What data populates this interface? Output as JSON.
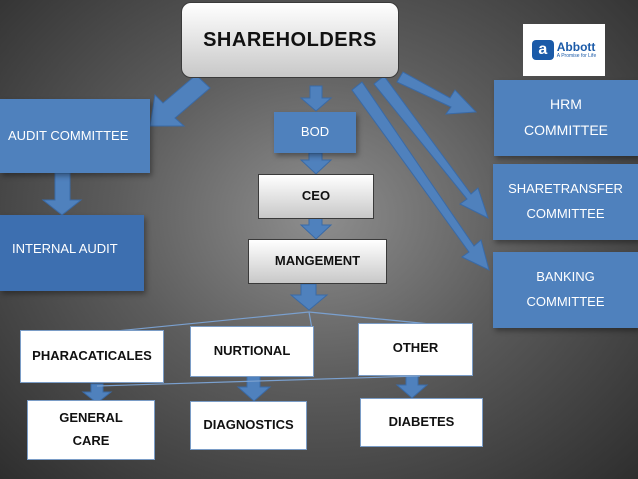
{
  "boxes": {
    "shareholders": "SHAREHOLDERS",
    "audit_committee": "AUDIT COMMITTEE",
    "internal_audit": "INTERNAL AUDIT",
    "bod": "BOD",
    "ceo": "CEO",
    "management": "MANGEMENT",
    "hrm_committee": [
      "HRM",
      "COMMITTEE"
    ],
    "share_transfer_committee": [
      "SHARETRANSFER",
      "COMMITTEE"
    ],
    "banking_committee": [
      "BANKING",
      "COMMITTEE"
    ],
    "pharmaceuticals": "PHARACATICALES",
    "nutritional": "NURTIONAL",
    "other": "OTHER",
    "general_care": [
      "GENERAL",
      "CARE"
    ],
    "diagnostics": "DIAGNOSTICS",
    "diabetes": "DIABETES"
  },
  "logo": {
    "name": "Abbott",
    "tagline": "A Promise for Life",
    "mark": "a"
  },
  "colors": {
    "box_blue": "#4f81bd",
    "arrow_blue": "#4f81bd",
    "background": "#5c5c5c"
  }
}
